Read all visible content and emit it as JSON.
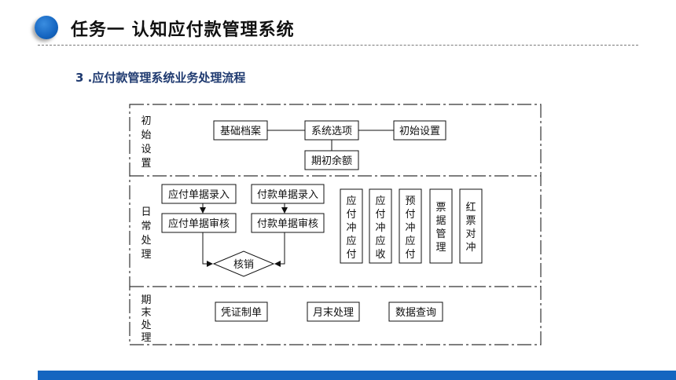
{
  "header": {
    "title": "任务一  认知应付款管理系统",
    "subtitle": "3 .应付款管理系统业务处理流程"
  },
  "colors": {
    "accent": "#1565c0",
    "subtitle": "#1f3a70"
  },
  "diagram": {
    "sections": {
      "setup": "初始设置",
      "daily": "日常处理",
      "period_end": "期末处理"
    },
    "setup": {
      "base_archive": "基础档案",
      "system_options": "系统选项",
      "initial_setup": "初始设置",
      "opening_balance": "期初余额"
    },
    "daily": {
      "payable_entry": "应付单据录入",
      "payable_review": "应付单据审核",
      "payment_entry": "付款单据录入",
      "payment_review": "付款单据审核",
      "verification": "核销",
      "offset_payable": "应付冲应付",
      "offset_receivable": "应付冲应收",
      "prepaid_offset": "预付冲应付",
      "bill_management": "票据管理",
      "red_reversal": "红票对冲"
    },
    "period_end": {
      "voucher": "凭证制单",
      "month_end": "月末处理",
      "data_query": "数据查询"
    }
  }
}
